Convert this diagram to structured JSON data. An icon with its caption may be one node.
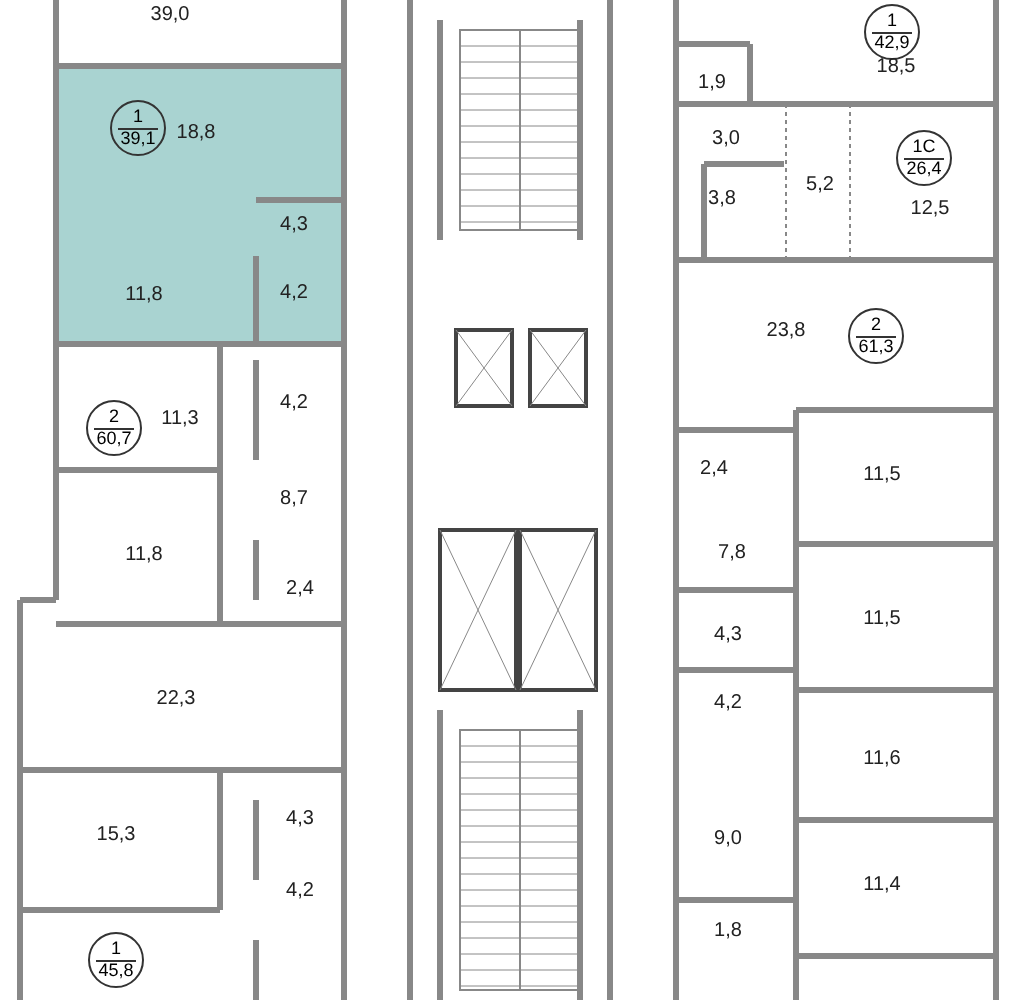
{
  "diagram": {
    "nodes": [
      {
        "text": [
          "1",
          "39,1"
        ]
      },
      {
        "text": [
          "2",
          "60,7"
        ]
      },
      {
        "text": [
          "1",
          "45,8"
        ]
      },
      {
        "text": [
          "1",
          "42,9"
        ]
      },
      {
        "text": [
          "1С",
          "26,4"
        ]
      },
      {
        "text": [
          "2",
          "61,3"
        ]
      }
    ],
    "edges": [],
    "labels": [
      "39,0",
      "18,8",
      "4,3",
      "11,8",
      "4,2",
      "11,3",
      "4,2",
      "8,7",
      "11,8",
      "2,4",
      "22,3",
      "15,3",
      "4,3",
      "4,2",
      "18,5",
      "1,9",
      "3,0",
      "3,8",
      "5,2",
      "12,5",
      "23,8",
      "2,4",
      "11,5",
      "7,8",
      "11,5",
      "4,3",
      "4,2",
      "11,6",
      "9,0",
      "11,4",
      "1,8"
    ]
  }
}
